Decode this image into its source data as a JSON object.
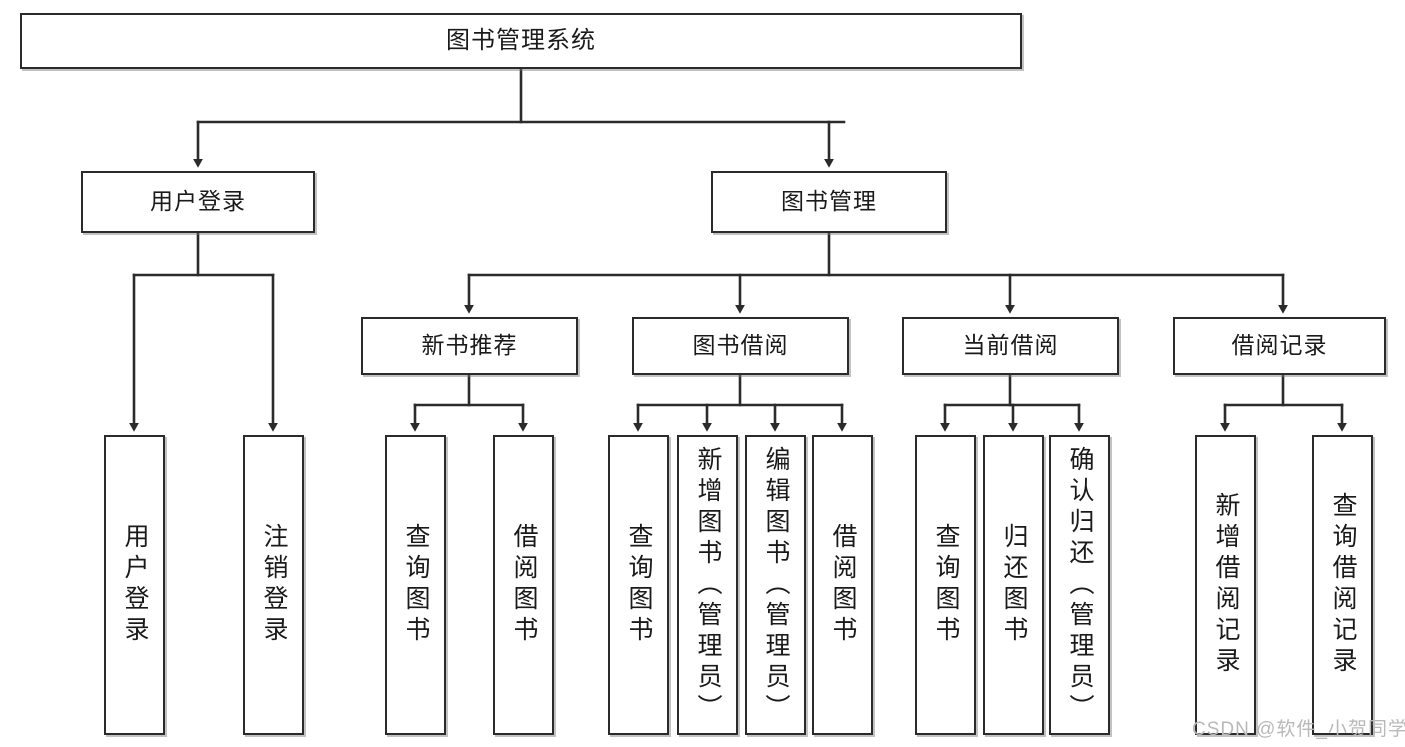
{
  "diagram": {
    "title": "图书管理系统",
    "type": "tree-hierarchy-chart",
    "root": {
      "label": "图书管理系统"
    },
    "level2": [
      {
        "label": "用户登录"
      },
      {
        "label": "图书管理"
      }
    ],
    "level3": [
      {
        "label": "新书推荐"
      },
      {
        "label": "图书借阅"
      },
      {
        "label": "当前借阅"
      },
      {
        "label": "借阅记录"
      }
    ],
    "leaves": {
      "user_login": [
        {
          "label": "用户登录"
        },
        {
          "label": "注销登录"
        }
      ],
      "new_book_recommend": [
        {
          "label": "查询图书"
        },
        {
          "label": "借阅图书"
        }
      ],
      "book_borrow": [
        {
          "label": "查询图书"
        },
        {
          "label": "新增图书（管理员）"
        },
        {
          "label": "编辑图书（管理员）"
        },
        {
          "label": "借阅图书"
        }
      ],
      "current_borrow": [
        {
          "label": "查询图书"
        },
        {
          "label": "归还图书"
        },
        {
          "label": "确认归还（管理员）"
        }
      ],
      "borrow_record": [
        {
          "label": "新增借阅记录"
        },
        {
          "label": "查询借阅记录"
        }
      ]
    }
  },
  "watermark": {
    "text": "CSDN @软件_小贺同学"
  },
  "colors": {
    "border": "#2b2b2b",
    "background": "#ffffff",
    "text": "#1a1a1a",
    "connector": "#2b2b2b",
    "watermark": "#b9b9b9"
  }
}
